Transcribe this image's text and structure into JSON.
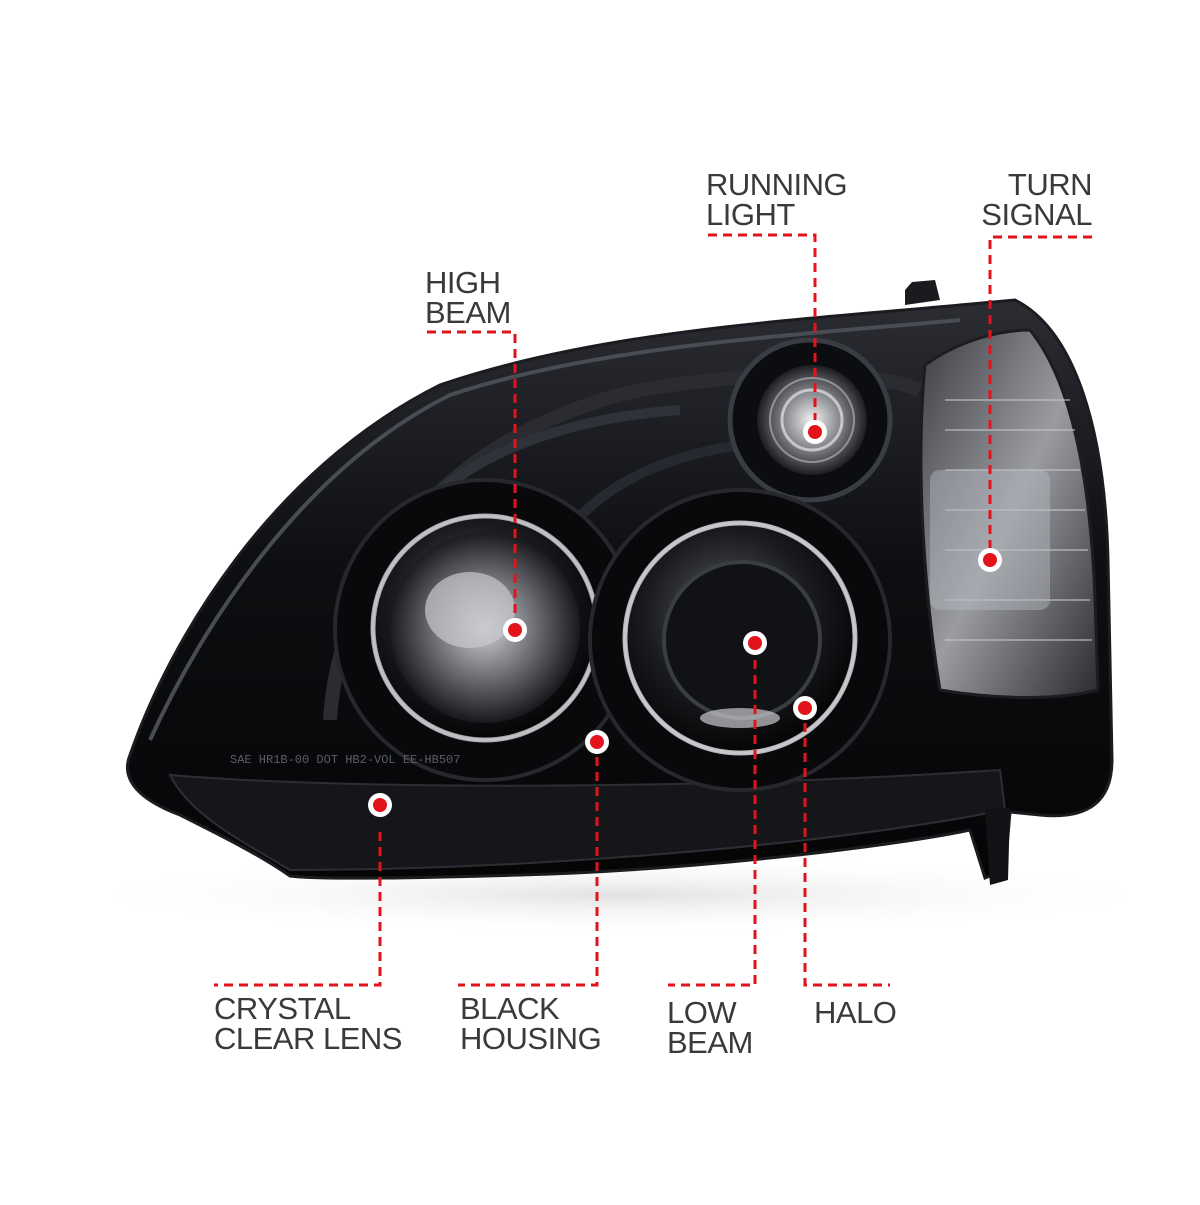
{
  "labels": {
    "running_light": [
      "RUNNING",
      "LIGHT"
    ],
    "turn_signal": [
      "TURN",
      "SIGNAL"
    ],
    "high_beam": [
      "HIGH",
      "BEAM"
    ],
    "crystal_clear_lens": [
      "CRYSTAL",
      "CLEAR LENS"
    ],
    "black_housing": [
      "BLACK",
      "HOUSING"
    ],
    "low_beam": [
      "LOW",
      "BEAM"
    ],
    "halo": [
      "HALO"
    ]
  },
  "lens_markings": "SAE HR1B-00 DOT HB2-VOL EE-HB507",
  "colors": {
    "accent": "#e3131b",
    "label_text": "#3a3a3a",
    "housing": "#0c0d10",
    "background": "#ffffff"
  }
}
